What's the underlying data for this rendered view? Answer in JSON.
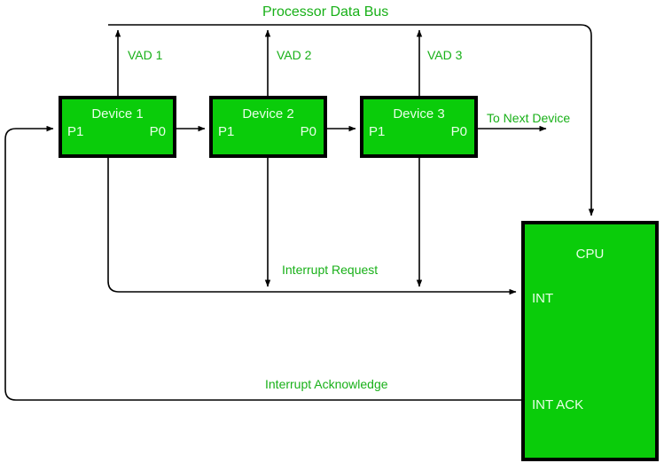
{
  "diagram": {
    "title_label": "Processor Data Bus",
    "background_color": "#ffffff",
    "box_fill_color": "#0ACC0A",
    "box_border_color": "#000000",
    "box_text_color": "#E8FFE8",
    "wire_label_color": "#18B018",
    "wire_color": "#000000",
    "devices": [
      {
        "name": "Device 1",
        "port_in_label": "P1",
        "port_out_label": "P0",
        "vad_label": "VAD 1"
      },
      {
        "name": "Device 2",
        "port_in_label": "P1",
        "port_out_label": "P0",
        "vad_label": "VAD 2"
      },
      {
        "name": "Device 3",
        "port_in_label": "P1",
        "port_out_label": "P0",
        "vad_label": "VAD 3"
      }
    ],
    "cpu": {
      "name": "CPU",
      "int_label": "INT",
      "int_ack_label": "INT ACK"
    },
    "signals": {
      "to_next_device": "To Next Device",
      "interrupt_request": "Interrupt Request",
      "interrupt_acknowledge": "Interrupt Acknowledge"
    }
  }
}
